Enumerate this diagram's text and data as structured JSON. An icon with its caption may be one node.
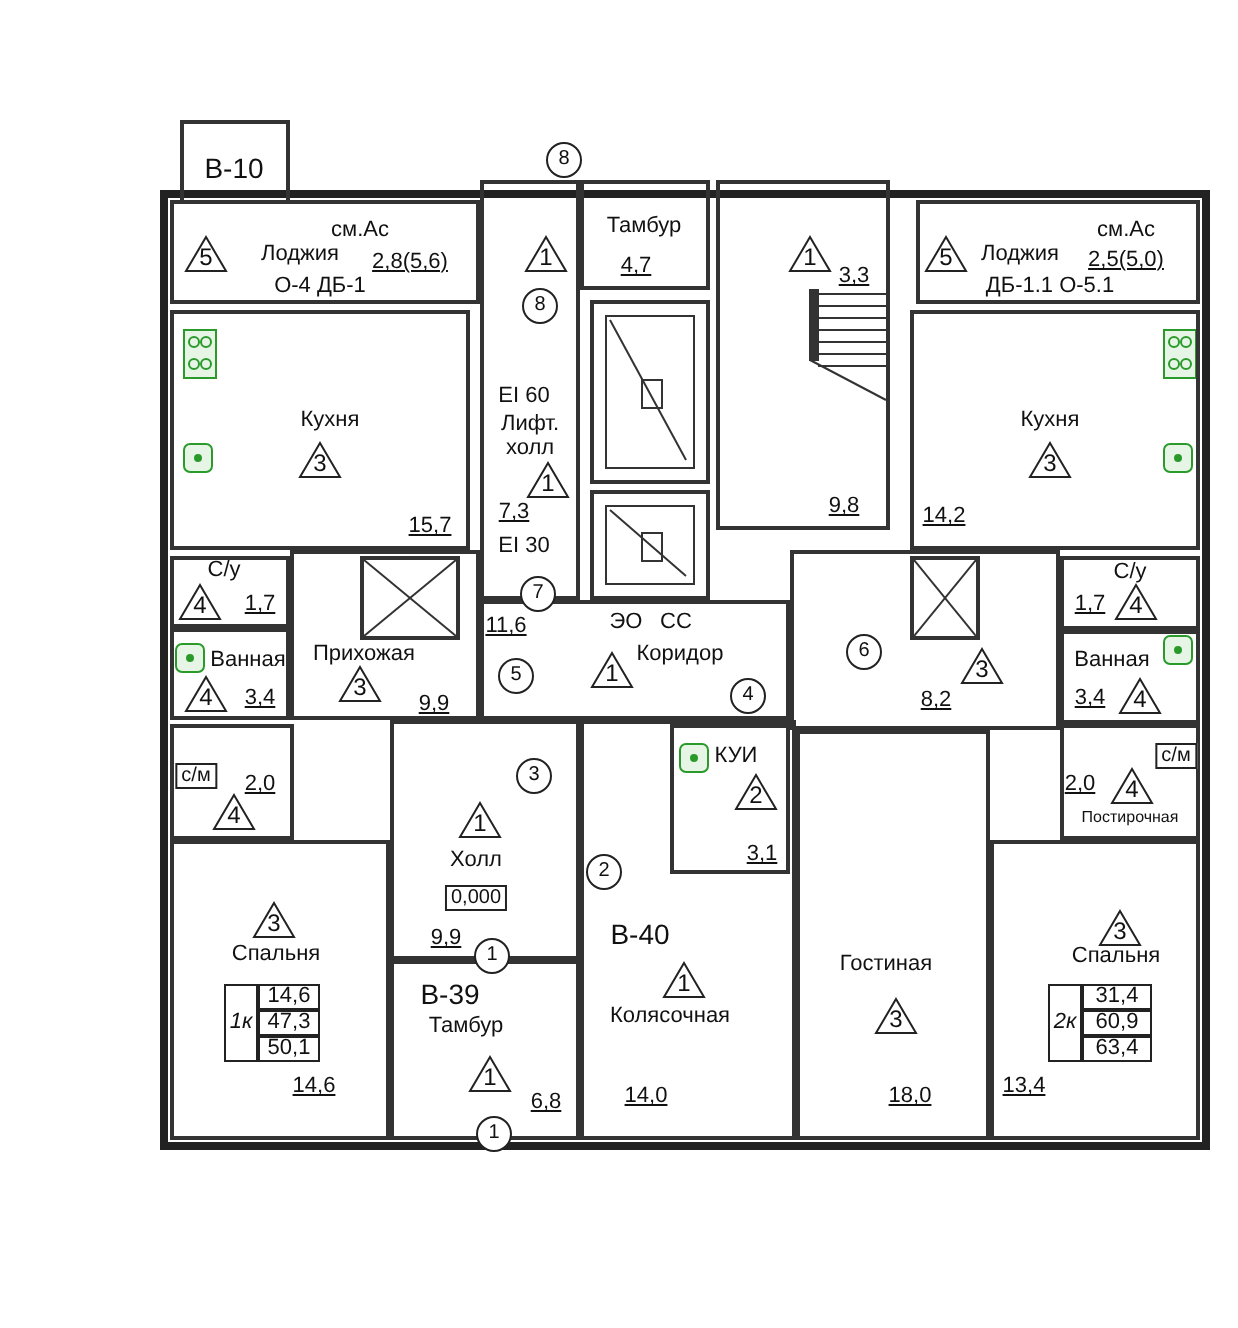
{
  "diagram": {
    "nodes": [
      {
        "text": [
          "B-10"
        ]
      },
      {
        "text": [
          "1",
          "Лифт. холл",
          "1",
          "7,3"
        ]
      },
      {
        "text": [
          "Тамбур",
          "4,7"
        ]
      },
      {
        "text": [
          "1",
          "3,3",
          "9,8"
        ]
      },
      {
        "text": [
          "см.Ас",
          "5",
          "Лоджия",
          "2,8(5,6)",
          "О-4 ДБ-1"
        ]
      },
      {
        "text": [
          "5",
          "Лоджия",
          "см.Ас",
          "2,5(5,0)",
          "ДБ-1.1 О-5.1"
        ]
      },
      {
        "text": [
          "Кухня",
          "3",
          "15,7"
        ]
      },
      {
        "text": [
          "Кухня",
          "3",
          "14,2"
        ]
      },
      {
        "text": [],
        "shape": "picture"
      },
      {
        "text": [],
        "shape": "picture"
      },
      {
        "text": [
          "С/у",
          "4",
          "1,7"
        ]
      },
      {
        "text": [
          "Прихожая",
          "3",
          "9,9"
        ]
      },
      {
        "text": [],
        "shape": "box",
        "in": 11
      },
      {
        "text": [
          "11,6",
          "1",
          "Коридор"
        ]
      },
      {
        "text": [
          "3",
          "8,2"
        ]
      },
      {
        "text": [],
        "shape": "box",
        "in": 14
      },
      {
        "text": [
          "С/у",
          "1,7",
          "4"
        ]
      },
      {
        "text": [
          "Ванная",
          "4",
          "3,4"
        ]
      },
      {
        "text": [
          "Ванная",
          "3,4",
          "4"
        ]
      },
      {
        "text": [
          "1",
          "Холл",
          "9,9"
        ]
      },
      {
        "text": [
          "1",
          "Колясочная",
          "14,0"
        ]
      },
      {
        "text": [
          "КУИ",
          "2",
          "3,1"
        ],
        "in": 20
      },
      {
        "text": [
          "2,0",
          "4"
        ]
      },
      {
        "text": [
          "2,0",
          "4",
          "Постирочная"
        ]
      },
      {
        "text": [
          "Гостиная",
          "3",
          "18,0"
        ]
      },
      {
        "text": [
          "3",
          "Спальня",
          "14,6"
        ]
      },
      {
        "text": [
          "3",
          "Спальня",
          "13,4"
        ]
      },
      {
        "text": [
          "Тамбур",
          "1",
          "6,8"
        ]
      }
    ],
    "labels": [
      "8",
      "8",
      "EI 60",
      "EI 30",
      "7",
      "ЭО",
      "СС",
      "6",
      "5",
      "4",
      "с/м",
      "3",
      "с/м",
      "2",
      "0,000",
      "B-40",
      "1",
      "B-39",
      "1к",
      "14,6",
      "47,3",
      "50,1",
      "2к",
      "31,4",
      "60,9",
      "63,4",
      "1"
    ]
  }
}
